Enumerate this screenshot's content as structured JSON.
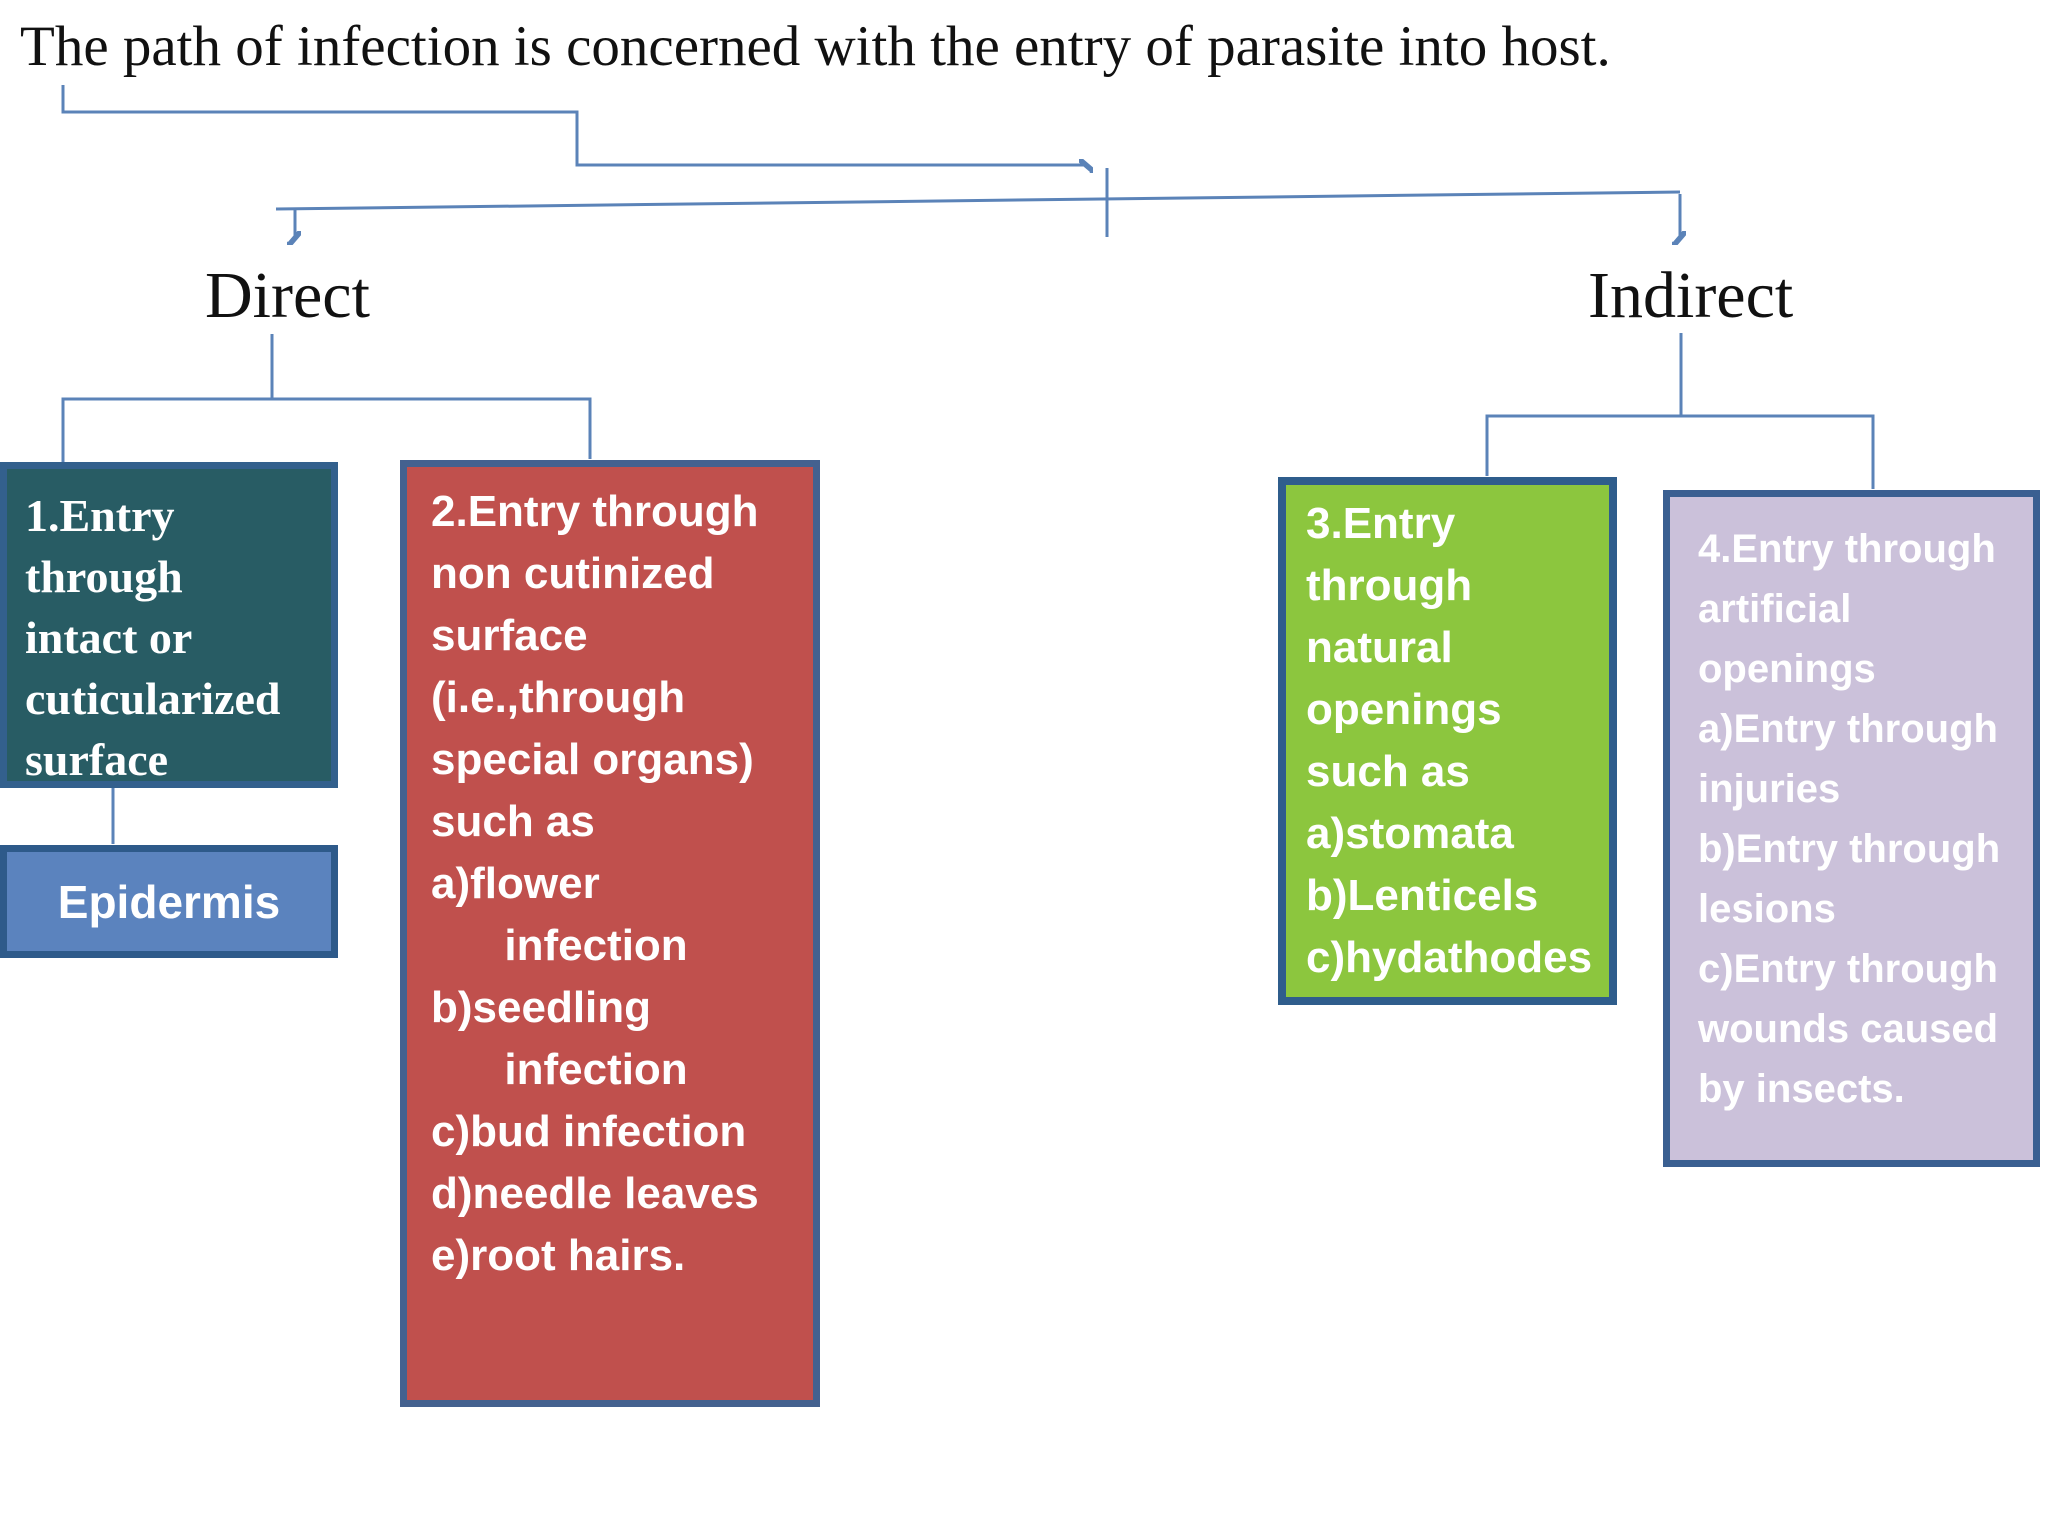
{
  "title": "The path of infection is concerned with the entry of parasite into host.",
  "branches": {
    "left_label": "Direct",
    "right_label": "Indirect"
  },
  "boxes": {
    "box1": {
      "lines": [
        "1.Entry",
        "through",
        "intact or",
        "cuticularized",
        "surface"
      ]
    },
    "epidermis": {
      "label": "Epidermis"
    },
    "box2": {
      "lines": [
        "2.Entry through",
        "non cutinized",
        "surface",
        "(i.e.,through",
        "special organs)",
        "such as",
        "a)flower",
        "      infection",
        "b)seedling",
        "      infection",
        "c)bud infection",
        "d)needle leaves",
        "e)root hairs."
      ]
    },
    "box3": {
      "lines": [
        "3.Entry",
        "through",
        "natural",
        "openings",
        "such as",
        "a)stomata",
        "b)Lenticels",
        "c)hydathodes"
      ]
    },
    "box4": {
      "lines": [
        "4.Entry through",
        "artificial",
        "openings",
        "a)Entry through",
        "injuries",
        "b)Entry through",
        "lesions",
        "c)Entry through",
        "wounds caused",
        "by insects."
      ]
    }
  },
  "colors": {
    "box1_fill": "#285C64",
    "box2_fill": "#C0504D",
    "box3_fill": "#8CC63E",
    "box4_fill": "#CBC1DA",
    "epidermis_fill": "#5B83BE",
    "box_border": "#33608D",
    "connector": "#5B83B8",
    "text_dark": "#111111",
    "text_light": "#FFFFFF"
  }
}
